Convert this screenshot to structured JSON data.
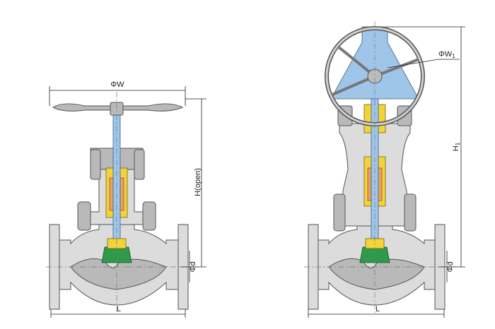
{
  "labels": {
    "phi_w": "ΦW",
    "h_open": "H(open)",
    "phi_d_left": "Φd",
    "l_left": "L",
    "phi_w1": "ΦW",
    "phi_w1_sub": "1",
    "h1": "H",
    "h1_sub": "1",
    "phi_d_right": "Φd",
    "l_right": "L"
  }
}
